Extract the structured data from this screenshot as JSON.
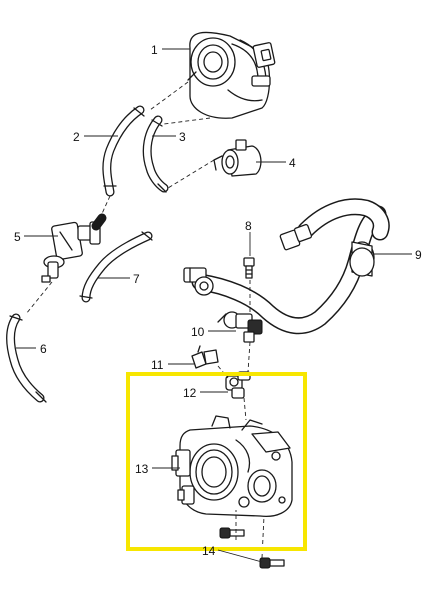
{
  "diagram": {
    "highlight_color": "#f7e600",
    "callouts": [
      {
        "id": "1",
        "label": "1"
      },
      {
        "id": "2",
        "label": "2"
      },
      {
        "id": "3",
        "label": "3"
      },
      {
        "id": "4",
        "label": "4"
      },
      {
        "id": "5",
        "label": "5"
      },
      {
        "id": "6",
        "label": "6"
      },
      {
        "id": "7",
        "label": "7"
      },
      {
        "id": "8",
        "label": "8"
      },
      {
        "id": "9",
        "label": "9"
      },
      {
        "id": "10",
        "label": "10"
      },
      {
        "id": "11",
        "label": "11"
      },
      {
        "id": "12",
        "label": "12"
      },
      {
        "id": "13",
        "label": "13"
      },
      {
        "id": "14",
        "label": "14"
      }
    ]
  }
}
